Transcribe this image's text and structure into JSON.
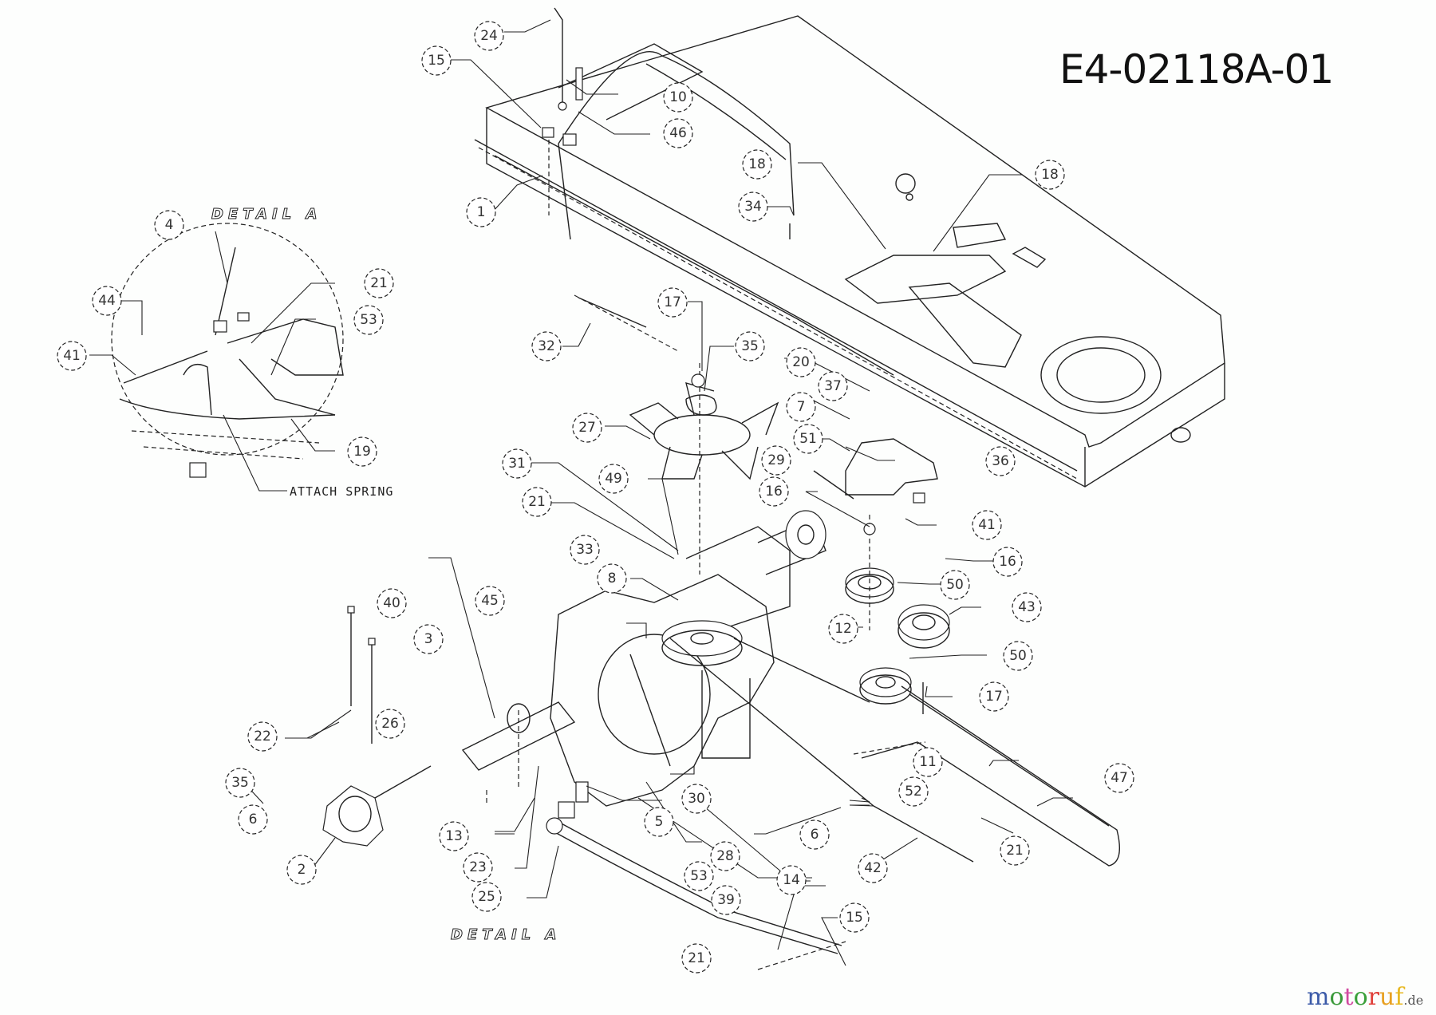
{
  "drawing_id": "E4-02118A-01",
  "detail_label": "DETAIL A",
  "detail_label_bottom": "DETAIL A",
  "attach_spring_note": "ATTACH SPRING",
  "watermark": {
    "name": "motoruf",
    "tld": ".de",
    "letters": [
      "m",
      "o",
      "t",
      "o",
      "r",
      "u",
      "f"
    ]
  },
  "callouts": [
    {
      "id": "c24",
      "label": "24"
    },
    {
      "id": "c15a",
      "label": "15"
    },
    {
      "id": "c10",
      "label": "10"
    },
    {
      "id": "c46",
      "label": "46"
    },
    {
      "id": "c1",
      "label": "1"
    },
    {
      "id": "c18a",
      "label": "18"
    },
    {
      "id": "c18b",
      "label": "18"
    },
    {
      "id": "c34",
      "label": "34"
    },
    {
      "id": "c4",
      "label": "4"
    },
    {
      "id": "c44",
      "label": "44"
    },
    {
      "id": "c41a",
      "label": "41"
    },
    {
      "id": "c21a",
      "label": "21"
    },
    {
      "id": "c53a",
      "label": "53"
    },
    {
      "id": "c19a",
      "label": "19"
    },
    {
      "id": "c32",
      "label": "32"
    },
    {
      "id": "c17a",
      "label": "17"
    },
    {
      "id": "c35a",
      "label": "35"
    },
    {
      "id": "c20",
      "label": "20"
    },
    {
      "id": "c37",
      "label": "37"
    },
    {
      "id": "c7",
      "label": "7"
    },
    {
      "id": "c27",
      "label": "27"
    },
    {
      "id": "c51",
      "label": "51"
    },
    {
      "id": "c36",
      "label": "36"
    },
    {
      "id": "c29",
      "label": "29"
    },
    {
      "id": "c31",
      "label": "31"
    },
    {
      "id": "c49",
      "label": "49"
    },
    {
      "id": "c21b",
      "label": "21"
    },
    {
      "id": "c16a",
      "label": "16"
    },
    {
      "id": "c41b",
      "label": "41"
    },
    {
      "id": "c16b",
      "label": "16"
    },
    {
      "id": "c33",
      "label": "33"
    },
    {
      "id": "c8",
      "label": "8"
    },
    {
      "id": "c50a",
      "label": "50"
    },
    {
      "id": "c43",
      "label": "43"
    },
    {
      "id": "c12",
      "label": "12"
    },
    {
      "id": "c50b",
      "label": "50"
    },
    {
      "id": "c40",
      "label": "40"
    },
    {
      "id": "c45",
      "label": "45"
    },
    {
      "id": "c3",
      "label": "3"
    },
    {
      "id": "c17b",
      "label": "17"
    },
    {
      "id": "c22",
      "label": "22"
    },
    {
      "id": "c26",
      "label": "26"
    },
    {
      "id": "c11",
      "label": "11"
    },
    {
      "id": "c47",
      "label": "47"
    },
    {
      "id": "c35b",
      "label": "35"
    },
    {
      "id": "c30",
      "label": "30"
    },
    {
      "id": "c52",
      "label": "52"
    },
    {
      "id": "c5",
      "label": "5"
    },
    {
      "id": "c6a",
      "label": "6"
    },
    {
      "id": "c6b",
      "label": "6"
    },
    {
      "id": "c13",
      "label": "13"
    },
    {
      "id": "c28",
      "label": "28"
    },
    {
      "id": "c42",
      "label": "42"
    },
    {
      "id": "c21c",
      "label": "21"
    },
    {
      "id": "c2",
      "label": "2"
    },
    {
      "id": "c23",
      "label": "23"
    },
    {
      "id": "c53b",
      "label": "53"
    },
    {
      "id": "c25",
      "label": "25"
    },
    {
      "id": "c39",
      "label": "39"
    },
    {
      "id": "c14",
      "label": "14"
    },
    {
      "id": "c15b",
      "label": "15"
    },
    {
      "id": "c21d",
      "label": "21"
    }
  ]
}
